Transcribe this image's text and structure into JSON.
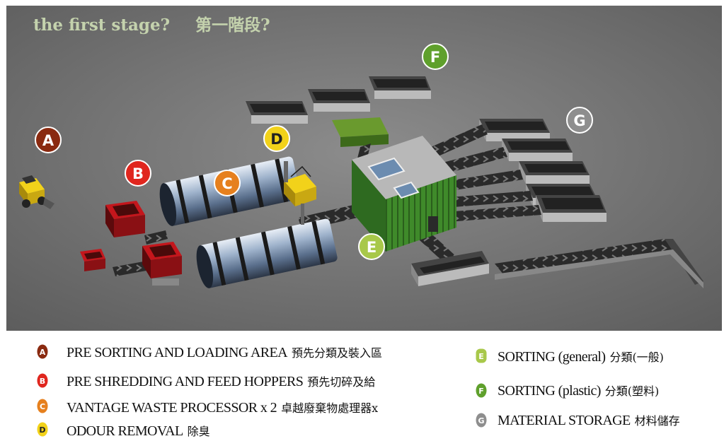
{
  "title": {
    "en": "the first stage?",
    "zh": "第一階段?",
    "color": "#c4d2ad"
  },
  "markers": [
    {
      "letter": "A",
      "color": "#8a2a10"
    },
    {
      "letter": "B",
      "color": "#e0261e"
    },
    {
      "letter": "C",
      "color": "#e6801e"
    },
    {
      "letter": "D",
      "color": "#f2d21a"
    },
    {
      "letter": "E",
      "color": "#a8c84a"
    },
    {
      "letter": "F",
      "color": "#5fa02c"
    },
    {
      "letter": "G",
      "color": "#8e8e8e"
    }
  ],
  "legend": [
    {
      "letter": "A",
      "en": "PRE SORTING AND LOADING AREA",
      "zh": "預先分類及裝入區",
      "color": "#8a2a10"
    },
    {
      "letter": "B",
      "en": "PRE SHREDDING AND FEED HOPPERS",
      "zh": "預先切碎及給",
      "color": "#e0261e"
    },
    {
      "letter": "C",
      "en": "VANTAGE WASTE PROCESSOR x 2",
      "zh": "卓越廢棄物處理器x",
      "color": "#e6801e"
    },
    {
      "letter": "D",
      "en": "ODOUR REMOVAL",
      "zh": "除臭",
      "color": "#f2d21a"
    },
    {
      "letter": "E",
      "en": "SORTING (general)",
      "zh": "分類(一般)",
      "color": "#a8c84a"
    },
    {
      "letter": "F",
      "en": "SORTING (plastic)",
      "zh": "分類(塑料)",
      "color": "#5fa02c"
    },
    {
      "letter": "G",
      "en": "MATERIAL STORAGE",
      "zh": "材料儲存",
      "color": "#8e8e8e"
    }
  ]
}
